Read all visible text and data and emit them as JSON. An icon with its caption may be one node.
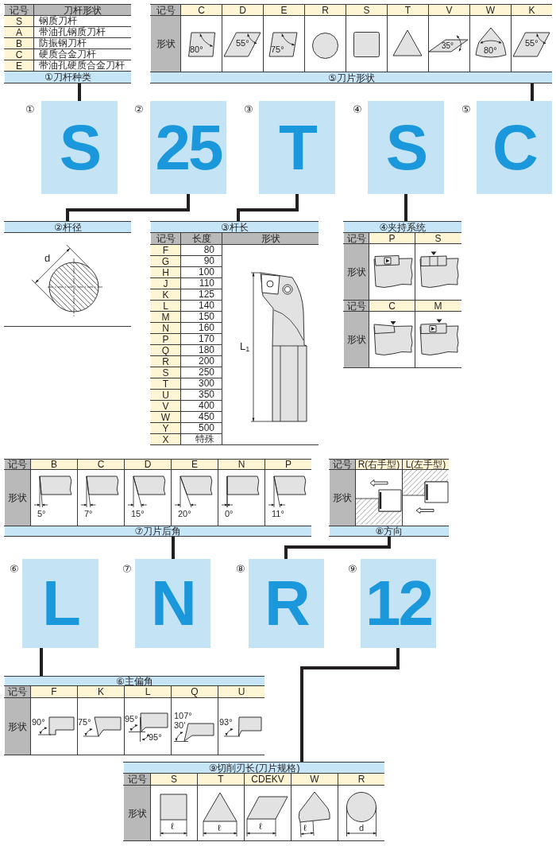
{
  "diagram": {
    "nodes": [
      {
        "text": [
          "记号",
          "刀杆形状",
          "S",
          "钢质刀杆",
          "A",
          "带油孔钢质刀杆",
          "B",
          "防振钢刀杆",
          "C",
          "硬质合金刀杆",
          "E",
          "带油孔硬质合金刀杆",
          "①刀杆种类"
        ]
      },
      {
        "text": [
          "记号",
          "C",
          "D",
          "E",
          "R",
          "S",
          "T",
          "V",
          "W",
          "K",
          "形状",
          "80°",
          "55°",
          "75°",
          "35°",
          "80°",
          "55°",
          "⑤刀片形状"
        ]
      },
      {
        "text": [
          "S"
        ],
        "beside": [
          "①"
        ]
      },
      {
        "text": [
          "25"
        ],
        "beside": [
          "②"
        ]
      },
      {
        "text": [
          "T"
        ],
        "beside": [
          "③"
        ]
      },
      {
        "text": [
          "S"
        ],
        "beside": [
          "④"
        ]
      },
      {
        "text": [
          "C"
        ],
        "beside": [
          "⑤"
        ]
      },
      {
        "text": [
          "②杆径",
          "d"
        ]
      },
      {
        "text": [
          "③杆长",
          "记号",
          "长度",
          "形状",
          "F",
          "80",
          "G",
          "90",
          "H",
          "100",
          "J",
          "110",
          "K",
          "125",
          "L",
          "140",
          "M",
          "150",
          "N",
          "160",
          "P",
          "170",
          "Q",
          "180",
          "R",
          "200",
          "S",
          "250",
          "T",
          "300",
          "U",
          "350",
          "V",
          "400",
          "W",
          "450",
          "Y",
          "500",
          "X",
          "特殊",
          "L$_{1}$"
        ]
      },
      {
        "text": [
          "④夹持系统",
          "记号",
          "P",
          "S",
          "形状",
          "记号",
          "C",
          "M",
          "形状"
        ]
      },
      {
        "text": [
          "记号",
          "B",
          "C",
          "D",
          "E",
          "N",
          "P",
          "形状",
          "5°",
          "7°",
          "15°",
          "20°",
          "0°",
          "11°",
          "⑦刀片后角"
        ]
      },
      {
        "text": [
          "记号",
          "R(右手型)",
          "L(左手型)",
          "形状",
          "⑧方向"
        ]
      },
      {
        "text": [
          "L"
        ],
        "beside": [
          "⑥"
        ]
      },
      {
        "text": [
          "N"
        ],
        "beside": [
          "⑦"
        ]
      },
      {
        "text": [
          "R"
        ],
        "beside": [
          "⑧"
        ]
      },
      {
        "text": [
          "12"
        ],
        "beside": [
          "⑨"
        ]
      },
      {
        "text": [
          "⑥主偏角",
          "记号",
          "F",
          "K",
          "L",
          "Q",
          "U",
          "形状",
          "90°",
          "75°",
          "95°",
          "95°",
          "107° 30'",
          "93°"
        ]
      },
      {
        "text": [
          "⑨切削刃长(刀片规格)",
          "记号",
          "S",
          "T",
          "CDEKV",
          "W",
          "R",
          "形状",
          "ℓ",
          "ℓ",
          "ℓ",
          "ℓ",
          "d"
        ]
      }
    ],
    "edges": [
      {
        "from": 0,
        "to": 2,
        "arrow": "none"
      },
      {
        "from": 1,
        "to": 6,
        "arrow": "none"
      },
      {
        "from": 3,
        "to": 7,
        "arrow": "none"
      },
      {
        "from": 4,
        "to": 8,
        "arrow": "none"
      },
      {
        "from": 5,
        "to": 9,
        "arrow": "none"
      },
      {
        "from": 10,
        "to": 13,
        "arrow": "none"
      },
      {
        "from": 11,
        "to": 14,
        "arrow": "none"
      },
      {
        "from": 12,
        "to": 16,
        "arrow": "none"
      },
      {
        "from": 15,
        "to": 17,
        "arrow": "none"
      }
    ]
  }
}
